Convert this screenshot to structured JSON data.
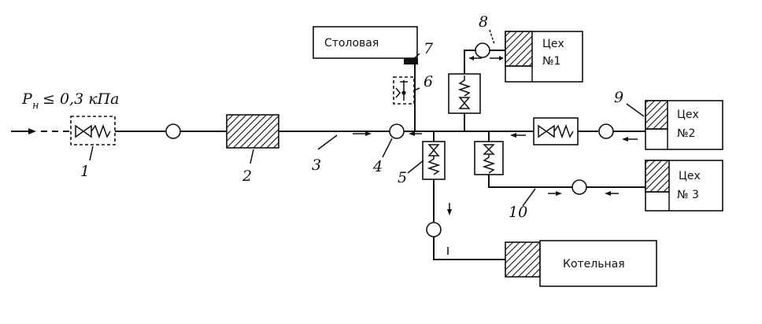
{
  "pressure": {
    "symbol": "P",
    "subscript": "н",
    "condition": "≤ 0,3 кПа"
  },
  "buildings": {
    "canteen": "Столовая",
    "shop1_line1": "Цех",
    "shop1_line2": "№1",
    "shop2_line1": "Цех",
    "shop2_line2": "№2",
    "shop3_line1": "Цех",
    "shop3_line2": "№ 3",
    "boiler": "Котельная"
  },
  "labels": {
    "l1": "1",
    "l2": "2",
    "l3": "3",
    "l4": "4",
    "l5": "5",
    "l6": "6",
    "l7": "7",
    "l8": "8",
    "l9": "9",
    "l10": "10"
  }
}
